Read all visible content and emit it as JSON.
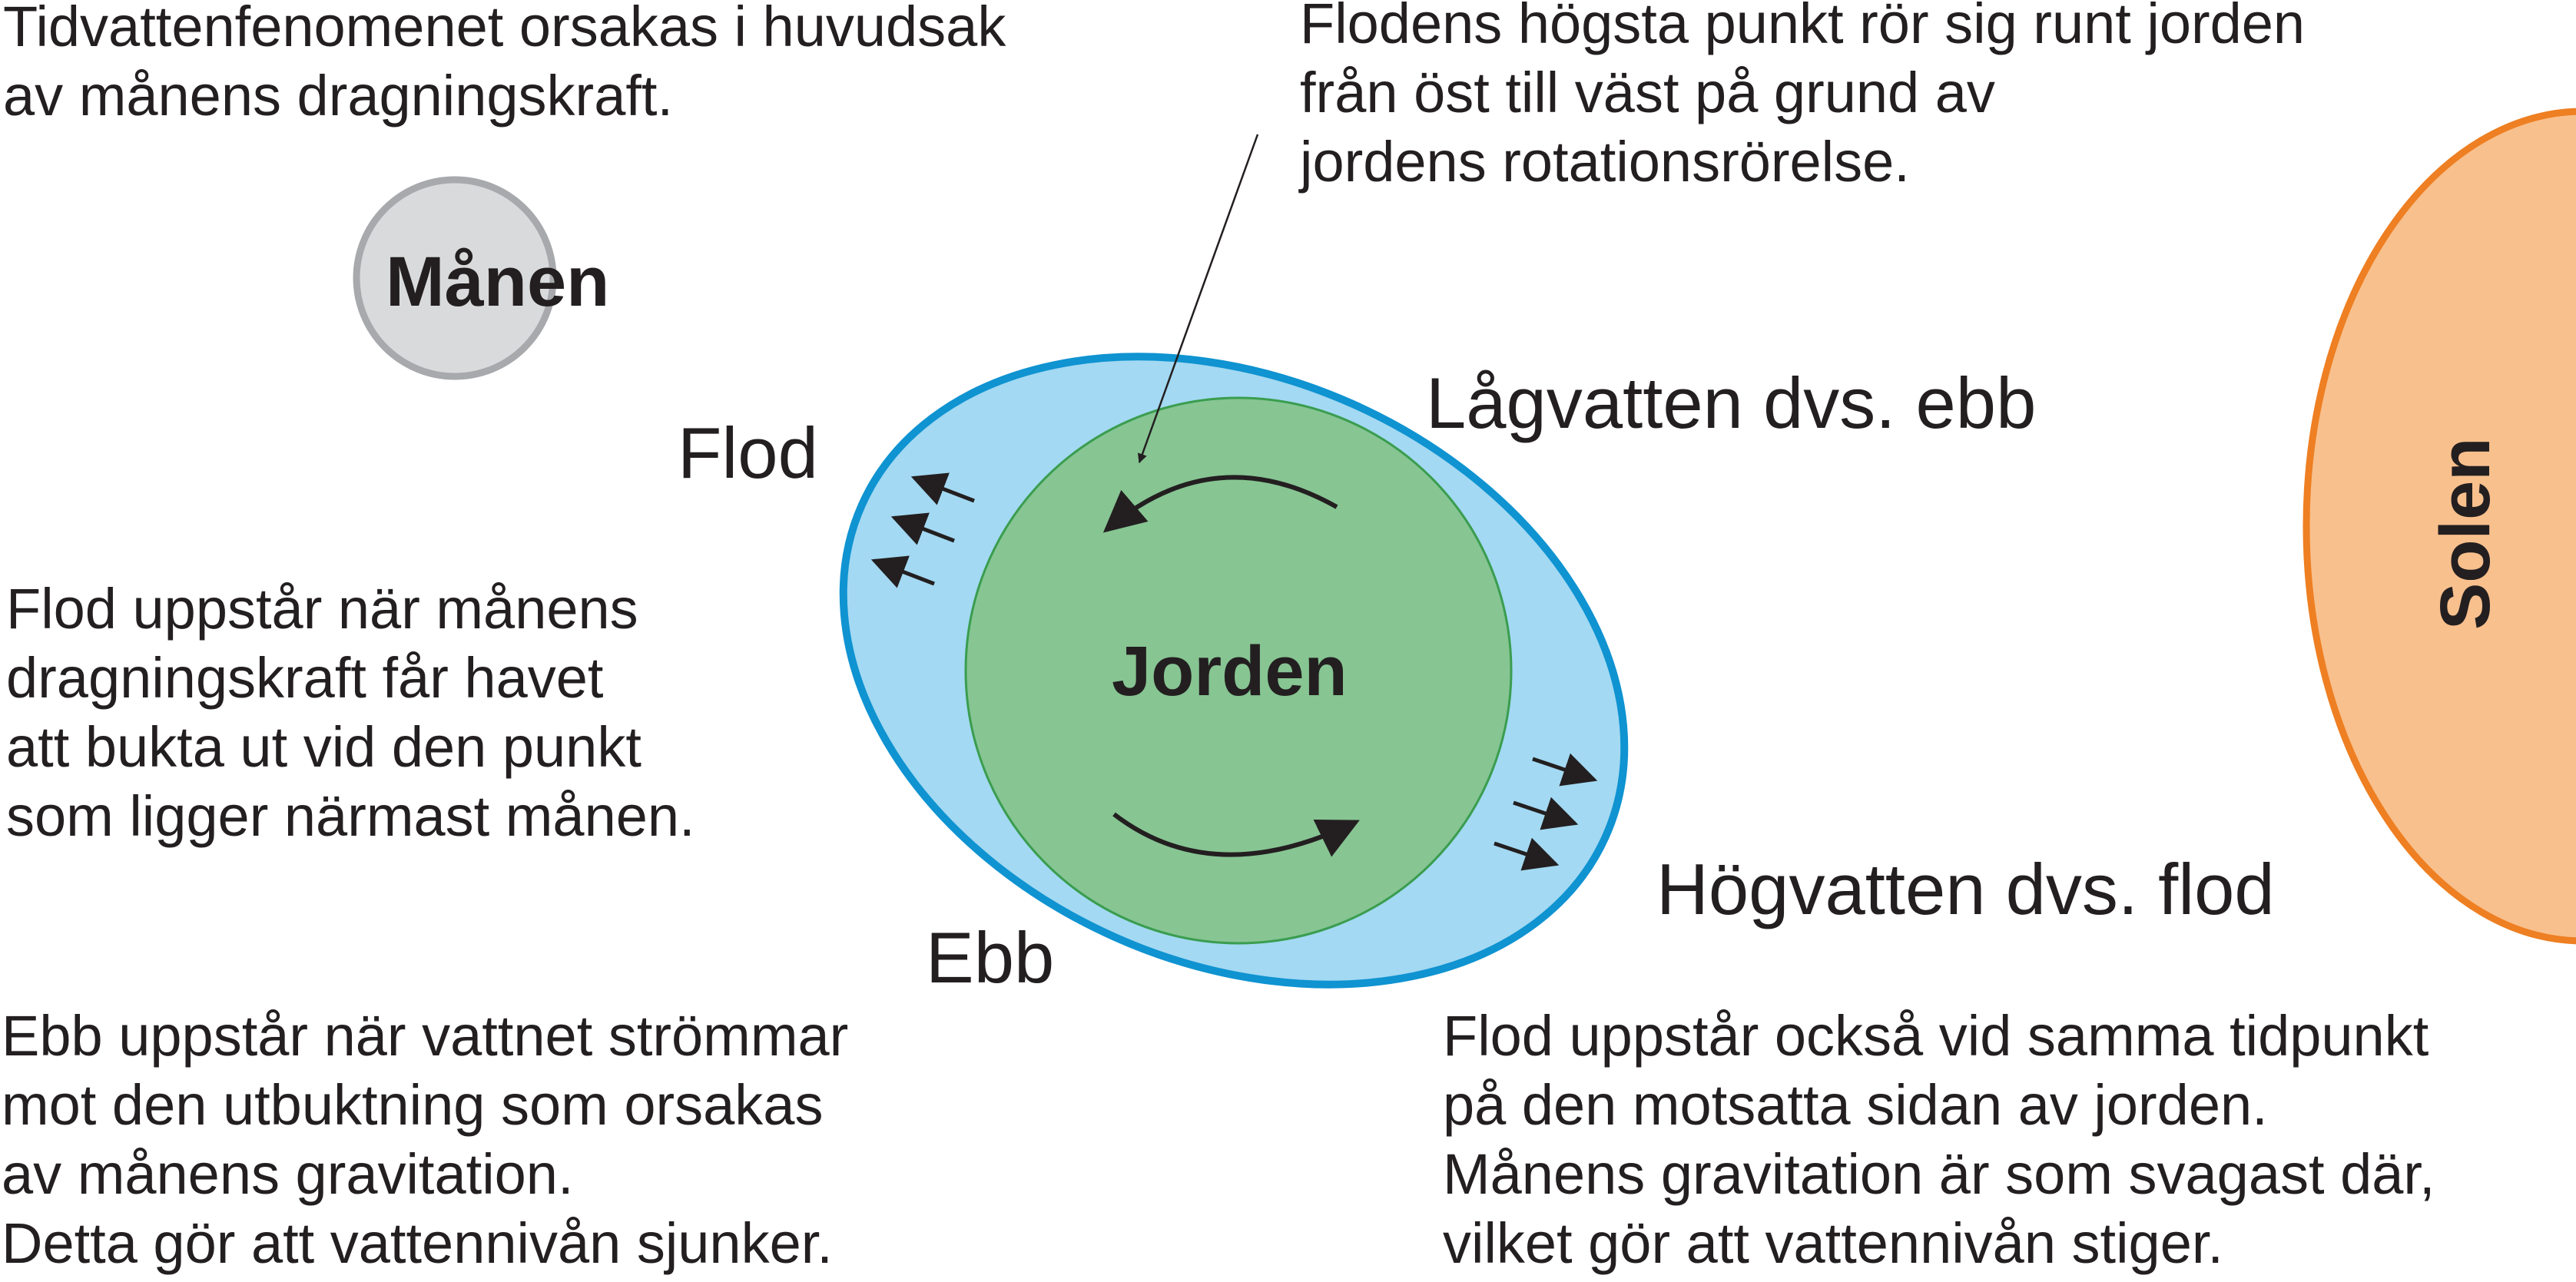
{
  "intro": [
    "Tidvattenfenomenet orsakas i huvudsak",
    "av månens dragningskraft."
  ],
  "top_right_note": [
    "Flodens högsta punkt rör sig runt jorden",
    "från öst till väst på grund av",
    "jordens rotationsrörelse."
  ],
  "moon_label": "Månen",
  "earth_label": "Jorden",
  "sun_label": "Solen",
  "label_flod": "Flod",
  "label_ebb": "Ebb",
  "label_lagvatten": "Lågvatten dvs. ebb",
  "label_hogvatten": "Högvatten dvs. flod",
  "flod_note": [
    "Flod uppstår när månens",
    "dragningskraft får havet",
    "att bukta ut vid den punkt",
    "som ligger närmast månen."
  ],
  "ebb_note": [
    "Ebb uppstår när vattnet strömmar",
    "mot den utbuktning som orsakas",
    "av månens gravitation.",
    "Detta gör att vattennivån sjunker."
  ],
  "far_side_note": [
    "Flod uppstår också vid samma tidpunkt",
    "på den motsatta sidan av jorden.",
    "Månens gravitation är som svagast där,",
    "vilket gör att vattennivån stiger."
  ],
  "colors": {
    "moon_fill": "#d9dadb",
    "moon_stroke": "#a7a9ac",
    "ocean_fill": "#a3d9f2",
    "ocean_stroke": "#0f93d1",
    "earth_fill": "#87c593",
    "earth_stroke": "#3a9d4f",
    "sun_fill": "#f8c08d",
    "sun_stroke": "#ee7f22",
    "text": "#231f20"
  }
}
